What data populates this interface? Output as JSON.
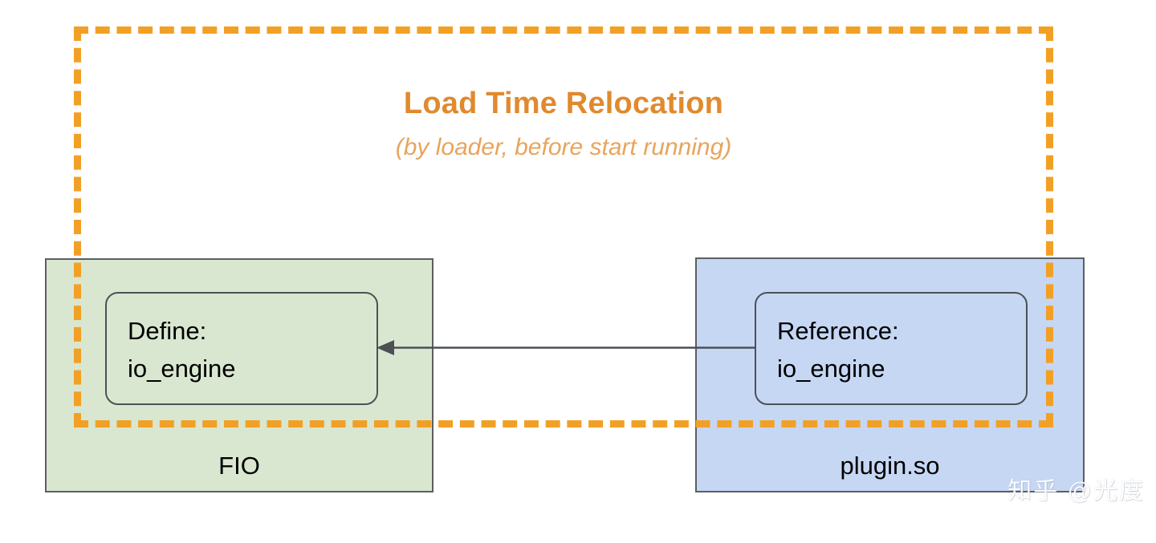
{
  "diagram": {
    "title": "Load Time Relocation",
    "subtitle": "(by loader, before start running)",
    "highlight_color": "#F2A025",
    "title_color": "#E08A2E",
    "subtitle_color": "#E8A45C"
  },
  "modules": [
    {
      "id": "fio",
      "label": "FIO",
      "fill_color": "#D9E7D0",
      "border_color": "#5A5F63",
      "symbol": {
        "kind_label": "Define:",
        "name": "io_engine",
        "text": "Define:\nio_engine"
      }
    },
    {
      "id": "plugin",
      "label": "plugin.so",
      "fill_color": "#C6D7F4",
      "border_color": "#5A5F63",
      "symbol": {
        "kind_label": "Reference:",
        "name": "io_engine",
        "text": "Reference:\nio_engine"
      }
    }
  ],
  "connector": {
    "from": "plugin.so Reference: io_engine",
    "to": "FIO Define: io_engine",
    "direction": "right-to-left",
    "color": "#4C5156"
  },
  "watermark": {
    "text": "知乎 @光度"
  }
}
